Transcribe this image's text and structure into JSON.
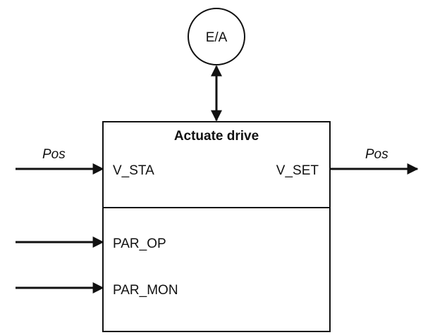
{
  "ea_circle": {
    "label": "E/A"
  },
  "block": {
    "title": "Actuate drive",
    "inputs": {
      "status": "V_STA",
      "par_op": "PAR_OP",
      "par_mon": "PAR_MON"
    },
    "outputs": {
      "setpoint": "V_SET"
    }
  },
  "signals": {
    "input_pos": "Pos",
    "output_pos": "Pos"
  }
}
